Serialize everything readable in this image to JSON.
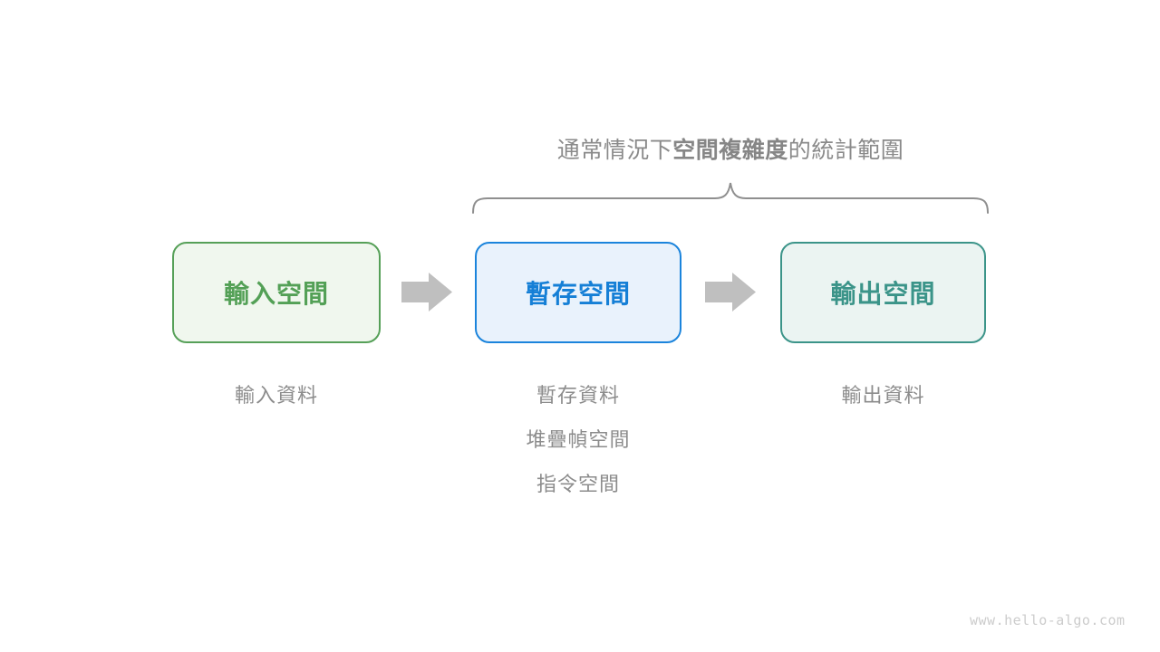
{
  "title": {
    "prefix": "通常情況下",
    "highlight": "空間複雜度",
    "suffix": "的統計範圍"
  },
  "flow": {
    "boxes": [
      {
        "label": "輸入空間",
        "color": "#53a056"
      },
      {
        "label": "暫存空間",
        "color": "#157fd6"
      },
      {
        "label": "輸出空間",
        "color": "#3b9489"
      }
    ],
    "sub_labels": {
      "input": [
        "輸入資料"
      ],
      "temp": [
        "暫存資料",
        "堆疊幀空間",
        "指令空間"
      ],
      "output": [
        "輸出資料"
      ]
    }
  },
  "icons": {
    "arrow_right": "block-arrow-right",
    "brace": "curly-brace-over-scope"
  },
  "colors": {
    "input_green_border": "#56a058",
    "input_green_bg": "#f0f7ee",
    "temp_blue_border": "#1b84dc",
    "temp_blue_bg": "#e9f2fc",
    "output_teal_border": "#3b9489",
    "output_teal_bg": "#ebf4f2",
    "gray_text": "#8c8c8c",
    "title_gray": "#8a8a8a",
    "arrow_gray": "#bfbfbf",
    "brace_gray": "#8f8f8f",
    "watermark_gray": "#cccccc"
  },
  "watermark": "www.hello-algo.com"
}
